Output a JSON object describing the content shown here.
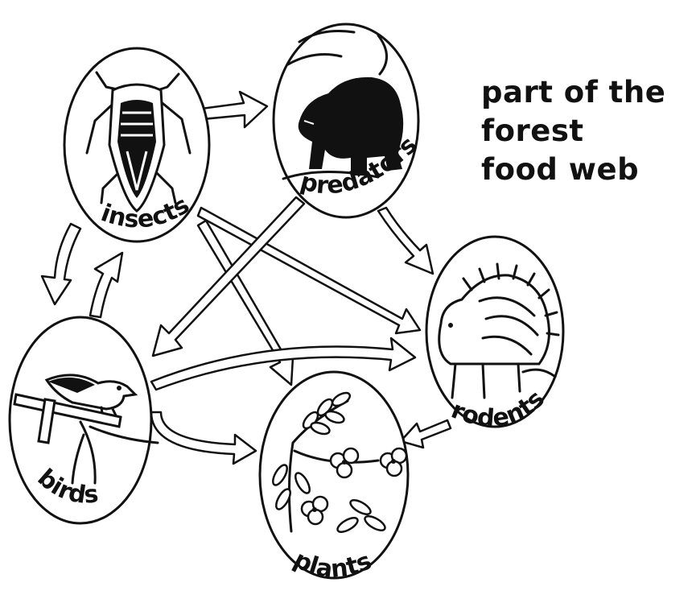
{
  "title": {
    "lines": [
      "part of the",
      "forest",
      "food web"
    ]
  },
  "nodes": {
    "insects": "insects",
    "predators": "predators",
    "rodents": "rodents",
    "birds": "birds",
    "plants": "plants"
  },
  "edges": [
    {
      "from": "insects",
      "to": "predators"
    },
    {
      "from": "insects",
      "to": "birds"
    },
    {
      "from": "insects",
      "to": "plants"
    },
    {
      "from": "insects",
      "to": "rodents"
    },
    {
      "from": "birds",
      "to": "insects"
    },
    {
      "from": "birds",
      "to": "rodents"
    },
    {
      "from": "birds",
      "to": "plants"
    },
    {
      "from": "predators",
      "to": "birds"
    },
    {
      "from": "predators",
      "to": "rodents"
    },
    {
      "from": "rodents",
      "to": "plants"
    }
  ],
  "colors": {
    "ink": "#111111",
    "paper": "#ffffff"
  }
}
